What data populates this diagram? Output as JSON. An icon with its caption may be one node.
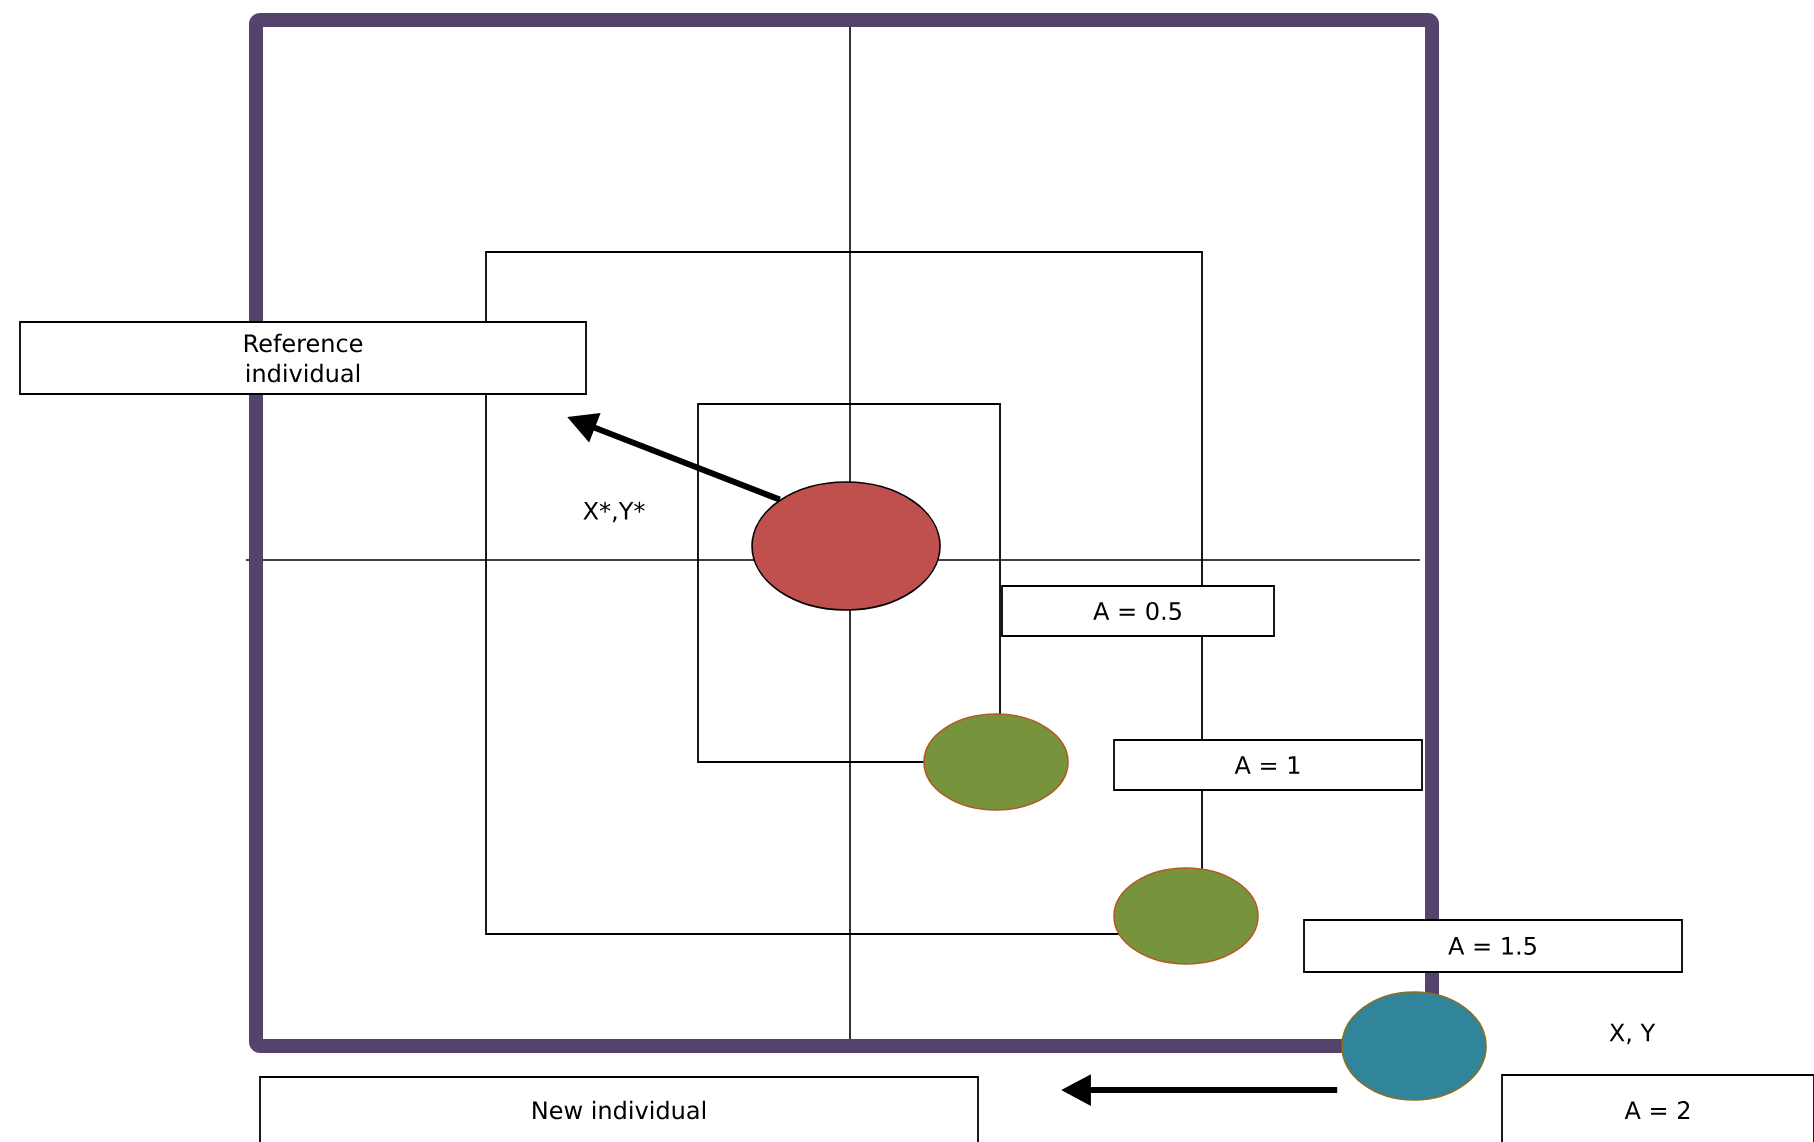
{
  "diagram": {
    "nodes": [
      {
        "text": [
          "Reference individual"
        ]
      },
      {
        "text": [
          "A = 0.5"
        ]
      },
      {
        "text": [
          "A = 1"
        ]
      },
      {
        "text": [
          "A = 1.5"
        ]
      },
      {
        "text": [
          "New individual"
        ]
      },
      {
        "text": [
          "A = 2"
        ]
      },
      {
        "text": [],
        "shape": "circle"
      },
      {
        "text": [],
        "shape": "circle"
      },
      {
        "text": [],
        "shape": "circle"
      },
      {
        "text": [],
        "shape": "circle"
      }
    ],
    "edges": [
      {
        "from": 6,
        "to": 0,
        "arrow": "to"
      },
      {
        "from": 9,
        "to": 4,
        "arrow": "to"
      }
    ],
    "labels": [
      "X*,Y*",
      "X, Y"
    ]
  }
}
